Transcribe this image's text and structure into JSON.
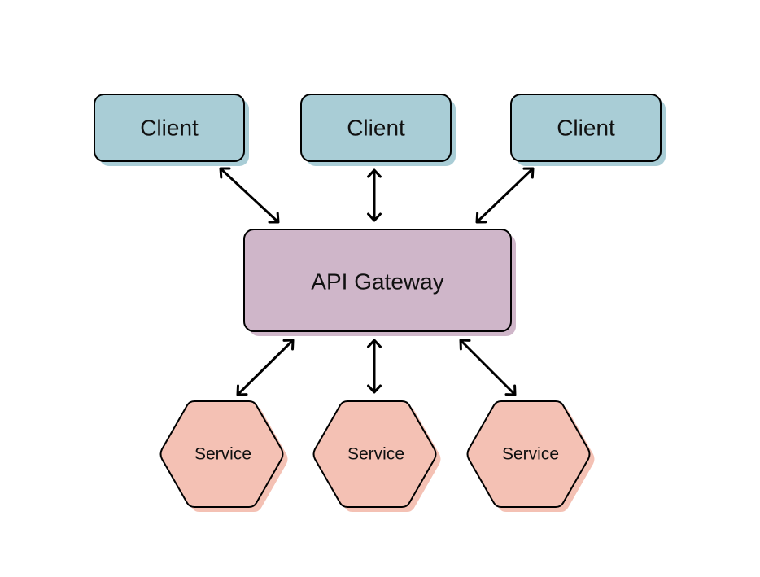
{
  "colors": {
    "client_fill": "#a9cdd6",
    "gateway_fill": "#cfb6c9",
    "service_fill": "#f4c1b4",
    "outline": "#000000"
  },
  "clients": [
    {
      "label": "Client"
    },
    {
      "label": "Client"
    },
    {
      "label": "Client"
    }
  ],
  "gateway": {
    "label": "API Gateway"
  },
  "services": [
    {
      "label": "Service"
    },
    {
      "label": "Service"
    },
    {
      "label": "Service"
    }
  ],
  "edges": [
    {
      "from": "client-1",
      "to": "gateway",
      "direction": "bidirectional"
    },
    {
      "from": "client-2",
      "to": "gateway",
      "direction": "bidirectional"
    },
    {
      "from": "client-3",
      "to": "gateway",
      "direction": "bidirectional"
    },
    {
      "from": "gateway",
      "to": "service-1",
      "direction": "bidirectional"
    },
    {
      "from": "gateway",
      "to": "service-2",
      "direction": "bidirectional"
    },
    {
      "from": "gateway",
      "to": "service-3",
      "direction": "bidirectional"
    }
  ]
}
